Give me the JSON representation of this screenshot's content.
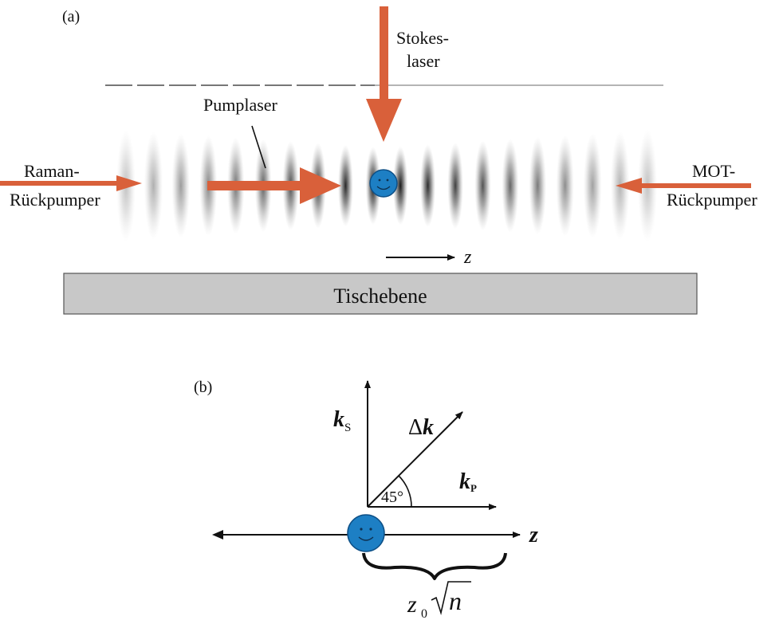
{
  "panel_a": {
    "label": "(a)",
    "stokes_line1": "Stokes-",
    "stokes_line2": "laser",
    "pump_label": "Pumplaser",
    "raman_line1": "Raman-",
    "raman_line2": "Rückpumper",
    "mot_line1": "MOT-",
    "mot_line2": "Rückpumper",
    "z_axis": "z",
    "table_label": "Tischebene",
    "fringe_count": 20
  },
  "panel_b": {
    "label": "(b)",
    "ks_main": "k",
    "ks_sub": "S",
    "dk_delta": "Δ",
    "dk_main": "k",
    "kp_main": "k",
    "kp_sub": "P",
    "angle": "45°",
    "z_axis": "z",
    "length_main": "z",
    "length_sub": "0",
    "length_sqrt": "n"
  },
  "colors": {
    "laser": "#d9603a",
    "atom": "#1d7fc4",
    "atom_stroke": "#0d4f86",
    "table_fill": "#c8c8c8"
  }
}
